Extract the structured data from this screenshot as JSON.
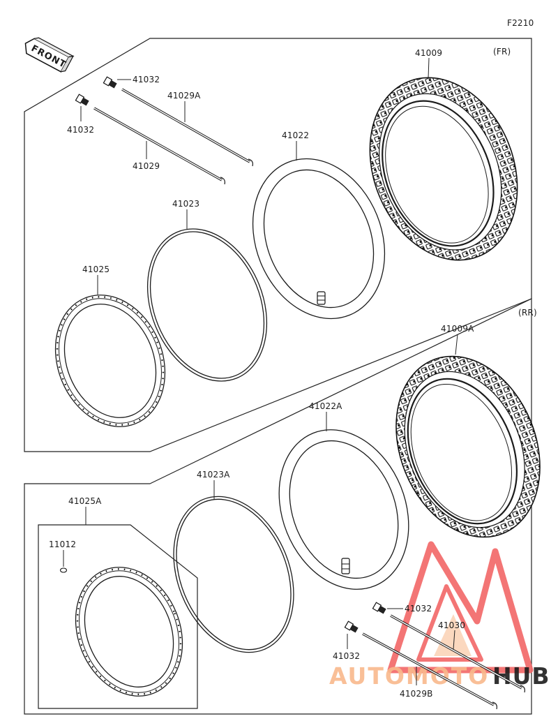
{
  "figure": {
    "code": "F2210"
  },
  "direction_badge": {
    "label": "FRONT"
  },
  "front_section": {
    "label": "(FR)"
  },
  "rear_section": {
    "label": "(RR)"
  },
  "parts": {
    "tire_front": "41009",
    "tire_rear": "41009A",
    "tube_front": "41022",
    "tube_rear": "41022A",
    "rim_band_front": "41023",
    "rim_band_rear": "41023A",
    "rim_front": "41025",
    "rim_rear": "41025A",
    "spoke_front_a": "41029A",
    "spoke_front": "41029",
    "spoke_rear_b": "41029B",
    "spoke_rear": "41030",
    "nipple_1": "41032",
    "nipple_2": "41032",
    "nipple_3": "41032",
    "nipple_4": "41032",
    "plug": "11012"
  },
  "watermark": {
    "text_left": "AUTOMOTO",
    "text_right": "HUB",
    "colors": {
      "primary": "#f26a6a",
      "secondary": "#f9b98c",
      "dark": "#1c1c1c"
    }
  }
}
